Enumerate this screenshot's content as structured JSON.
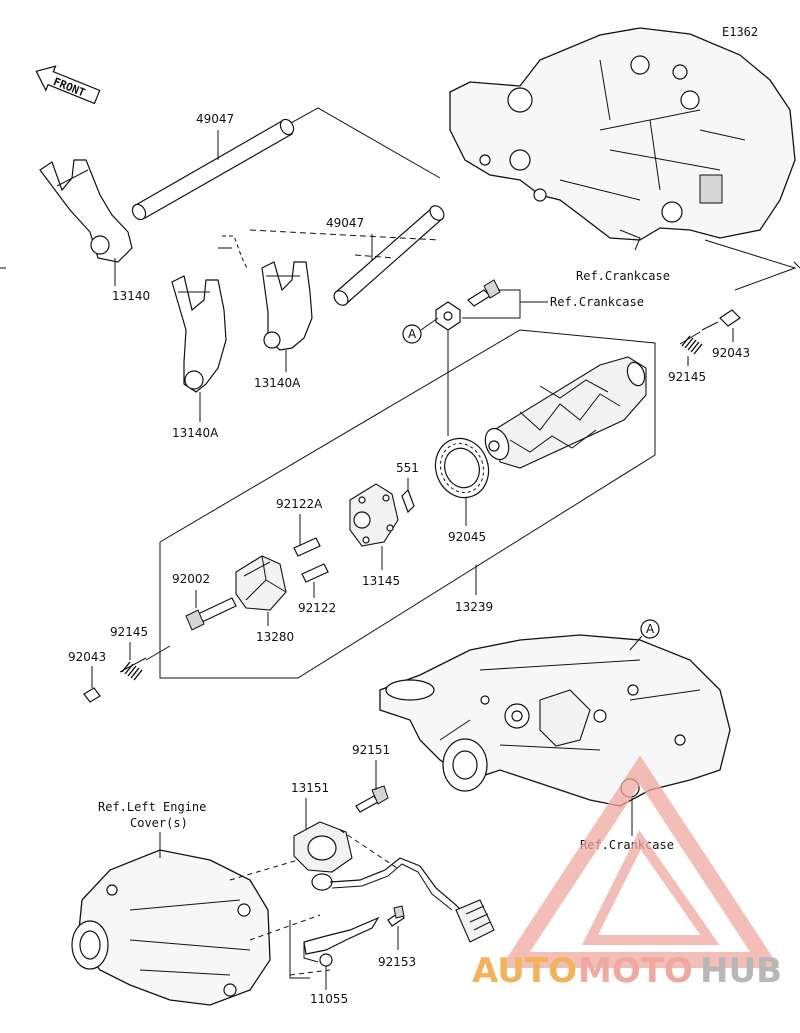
{
  "diagram_code": "E1362",
  "front_label": "FRONT",
  "callouts": {
    "a_top": "A",
    "a_right": "A"
  },
  "parts": {
    "shaft_upper": "49047",
    "shaft_mid": "49047",
    "fork_left": "13140",
    "fork_mid": "13140A",
    "fork_right": "13140A",
    "pin_551": "551",
    "pin_92122a": "92122A",
    "holder_13145": "13145",
    "bolt_92002": "92002",
    "pin_92122": "92122",
    "holder_13280": "13280",
    "bearing_92045": "92045",
    "drum_13239": "13239",
    "spring_right": "92145",
    "pin_right": "92043",
    "spring_left": "92145",
    "pin_left": "92043",
    "bolt_92151": "92151",
    "sensor_13151": "13151",
    "bolt_92153": "92153",
    "clamp_11055": "11055"
  },
  "refs": {
    "crankcase_top": "Ref.Crankcase",
    "crankcase_bolt": "Ref.Crankcase",
    "crankcase_bottom": "Ref.Crankcase",
    "left_cover_line1": "Ref.Left Engine",
    "left_cover_line2": "Cover(s)"
  },
  "watermark": {
    "brand_a": "AUTO",
    "brand_b": "MOTO",
    "brand_c": "HUB",
    "color_a": "#f2b35c",
    "color_b": "#f0a9a0",
    "color_c": "#b7b7b7"
  }
}
